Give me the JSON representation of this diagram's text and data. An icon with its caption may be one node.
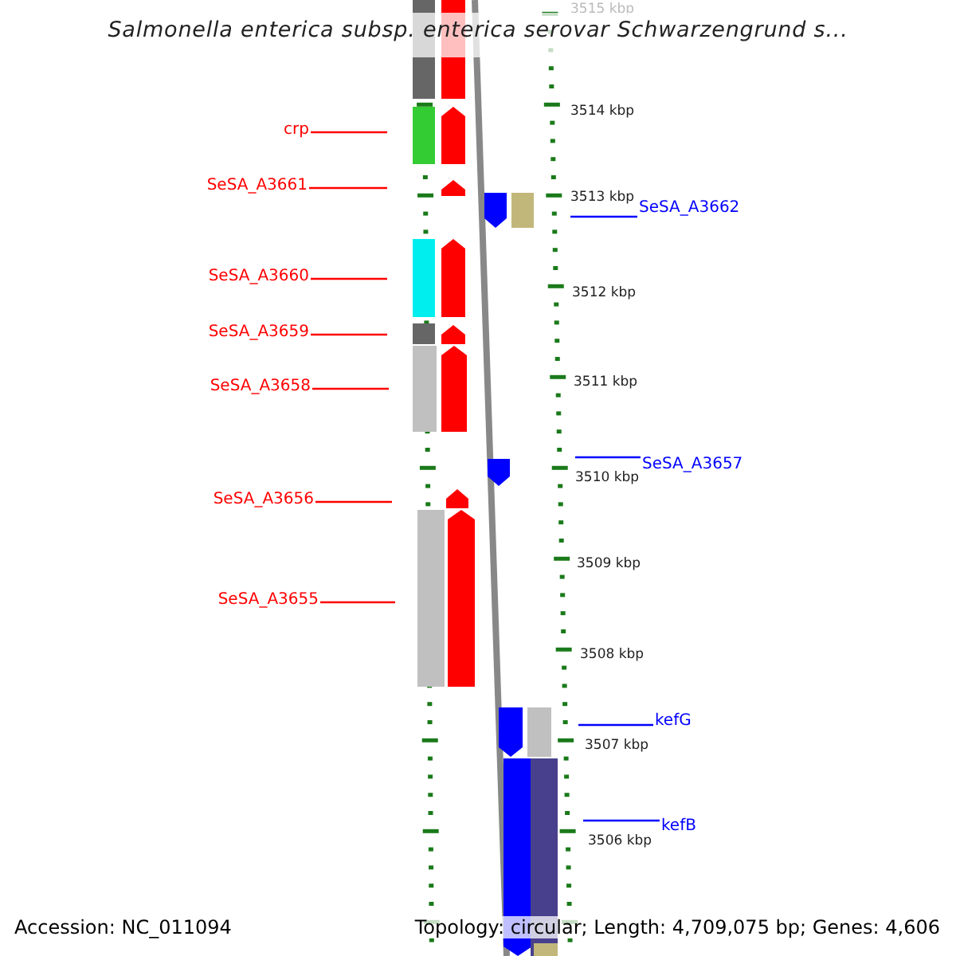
{
  "diagram": {
    "title": "Salmonella enterica subsp. enterica serovar Schwarzengrund s...",
    "nodes": [
      {
        "text": [
          "crp"
        ]
      },
      {
        "text": [
          "SeSA_A3661"
        ]
      },
      {
        "text": [
          "SeSA_A3660"
        ]
      },
      {
        "text": [
          "SeSA_A3659"
        ]
      },
      {
        "text": [
          "SeSA_A3658"
        ]
      },
      {
        "text": [
          "SeSA_A3656"
        ]
      },
      {
        "text": [
          "SeSA_A3655"
        ]
      },
      {
        "text": [
          "SeSA_A3662"
        ]
      },
      {
        "text": [
          "SeSA_A3657"
        ]
      },
      {
        "text": [
          "kefG"
        ]
      },
      {
        "text": [
          "kefB"
        ]
      }
    ],
    "edges": [
      {
        "from": 0,
        "to": null,
        "arrow": "none"
      },
      {
        "from": 1,
        "to": null,
        "arrow": "none"
      },
      {
        "from": 2,
        "to": null,
        "arrow": "none"
      },
      {
        "from": 3,
        "to": null,
        "arrow": "none"
      },
      {
        "from": 4,
        "to": null,
        "arrow": "none"
      },
      {
        "from": 5,
        "to": null,
        "arrow": "none"
      },
      {
        "from": 6,
        "to": null,
        "arrow": "none"
      },
      {
        "from": 7,
        "to": null,
        "arrow": "none",
        "color": "#0000ff"
      },
      {
        "from": 8,
        "to": null,
        "arrow": "none",
        "color": "#0000ff"
      },
      {
        "from": 9,
        "to": null,
        "arrow": "none",
        "color": "#0000ff"
      },
      {
        "from": 10,
        "to": null,
        "arrow": "none",
        "color": "#0000ff"
      }
    ],
    "labels": [
      "3515 kbp",
      "3514 kbp",
      "3513 kbp",
      "3512 kbp",
      "3511 kbp",
      "3510 kbp",
      "3509 kbp",
      "3508 kbp",
      "3507 kbp",
      "3506 kbp",
      "Accession: NC_011094",
      "Topology: circular; Length: 4,709,075 bp; Genes: 4,606"
    ]
  }
}
